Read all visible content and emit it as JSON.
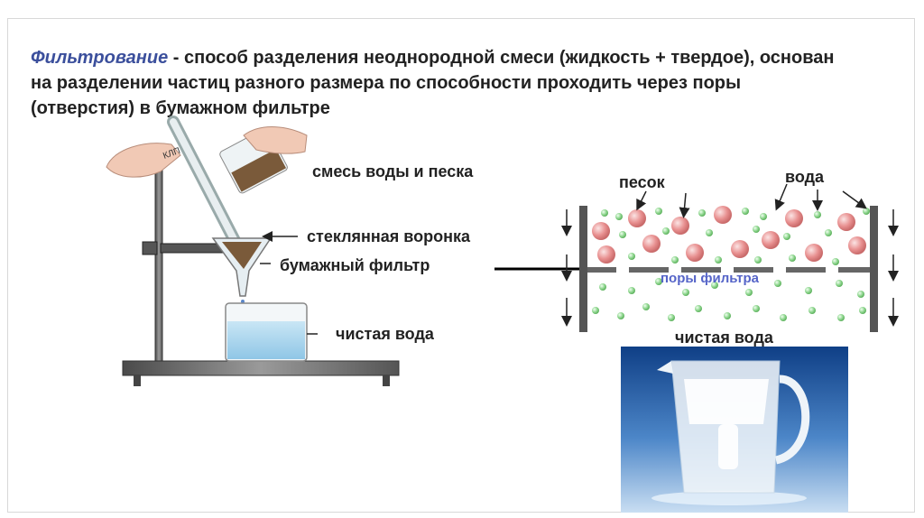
{
  "definition": {
    "term": "Фильтрование",
    "text": " - способ разделения неоднородной смеси (жидкость + твердое), основан на разделении частиц разного размера по способности проходить через поры (отверстия) в бумажном фильтре"
  },
  "apparatus": {
    "label_mixture": "смесь воды и песка",
    "label_funnel": "стеклянная воронка",
    "label_filter": "бумажный фильтр",
    "label_clean_water": "чистая вода",
    "rod_marking": "КЛП"
  },
  "scheme": {
    "label_sand": "песок",
    "label_water": "вода",
    "label_pores": "поры фильтра",
    "label_clean_water": "чистая вода"
  },
  "colors": {
    "term": "#3b4f9c",
    "sand": "#e89090",
    "water": "#8fd68f",
    "pores_text": "#5564c8"
  }
}
